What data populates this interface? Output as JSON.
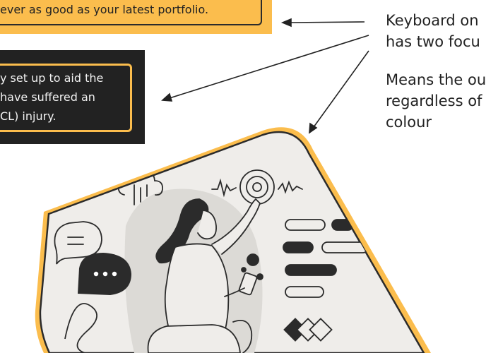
{
  "yellow_example": {
    "text": "ever as good as your latest portfolio."
  },
  "dark_example": {
    "lines": [
      "y set up to aid the",
      "have suffered an",
      "CL) injury."
    ]
  },
  "notes": {
    "note1_lines": [
      "Keyboard on",
      "has two focu"
    ],
    "note2_lines": [
      "Means the ou",
      "regardless of",
      "colour"
    ]
  },
  "colors": {
    "accent_yellow": "#fbbd4d",
    "dark_bg": "#222222",
    "card_fill": "#efedea",
    "ink": "#2b2b2b"
  },
  "icons": [
    "arrow-icon",
    "cloud-icon",
    "touch-icon",
    "chat-bubble-icon",
    "diamond-icon"
  ]
}
